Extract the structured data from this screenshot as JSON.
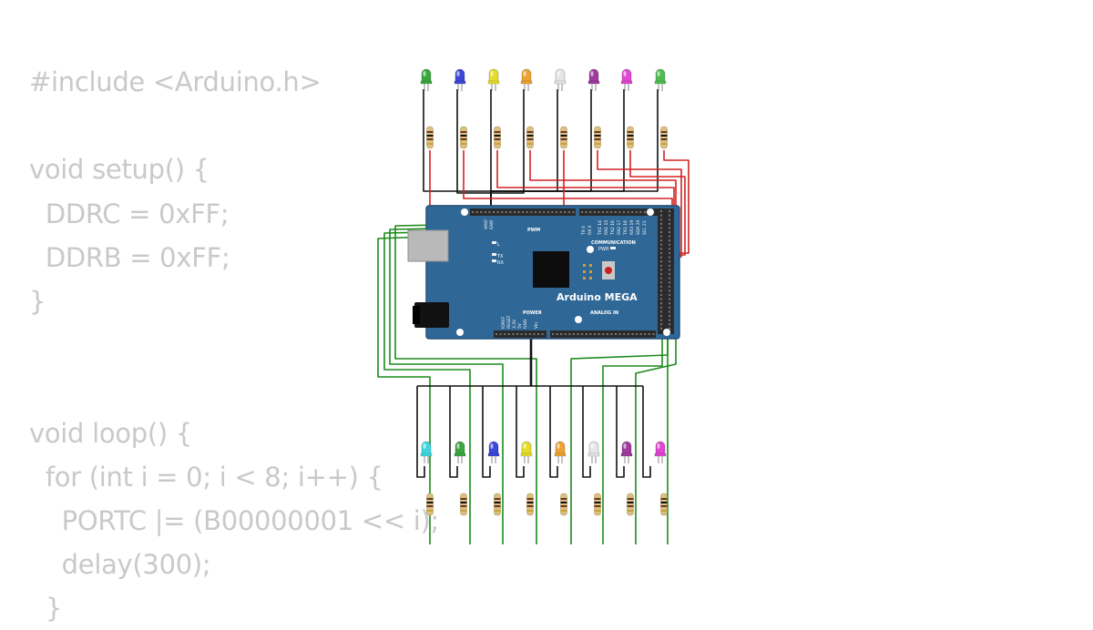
{
  "code_lines": [
    "#include <Arduino.h>",
    "",
    "void setup() {",
    "  DDRC = 0xFF;",
    "  DDRB = 0xFF;",
    "}",
    "",
    "",
    "void loop() {",
    "  for (int i = 0; i < 8; i++) {",
    "    PORTC |= (B00000001 << i);",
    "    delay(300);",
    "  }"
  ],
  "board": {
    "name": "Arduino MEGA",
    "labels": {
      "pwm": "PWM",
      "communication": "COMMUNICATION",
      "power": "POWER",
      "analog_in": "ANALOG IN",
      "led_l": "L",
      "led_tx": "TX",
      "led_rx": "RX",
      "pwr": "PWR",
      "aref": "AREF",
      "gnd": "GND",
      "ioref": "IOREF",
      "reset": "RESET",
      "v33": "3.3V",
      "v5": "5V",
      "vin": "Vin",
      "tx0": "TX 0",
      "rx0": "RX 0",
      "tx1": "TX1 14",
      "rx1": "RX1 15",
      "tx2": "TX2 16",
      "rx2": "RX2 17",
      "tx3": "TX3 18",
      "rx3": "RX3 19",
      "sda": "SDA 20",
      "scl": "SCL 21"
    },
    "colors": {
      "pcb": "#2f6796",
      "pcb_edge": "#24547c",
      "header": "#2b2b2b",
      "silk": "#ffffff"
    }
  },
  "top_leds": [
    "#3ba640",
    "#3d47d8",
    "#e3dd29",
    "#eba232",
    "#e6e6e6",
    "#9d3ba0",
    "#e047d4",
    "#4fbd53"
  ],
  "bottom_leds": [
    "#3fd7df",
    "#3ba640",
    "#3d47d8",
    "#e3dd29",
    "#eba232",
    "#e6e6e6",
    "#9d3ba0",
    "#e047d4"
  ],
  "wire_colors": {
    "red": "#d32222",
    "green": "#1b8a1b",
    "black": "#111111"
  }
}
